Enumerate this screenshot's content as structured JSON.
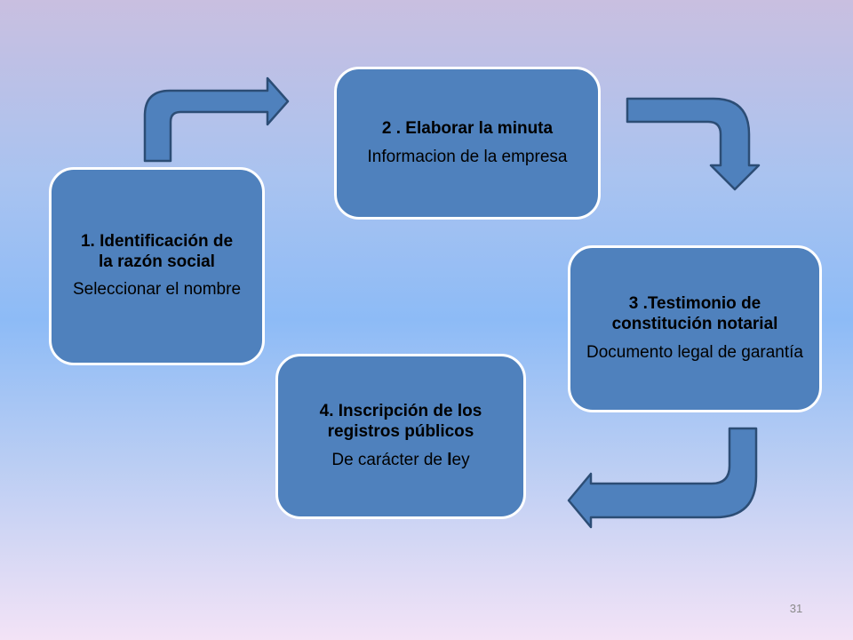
{
  "steps": [
    {
      "title": "1. Identificación de la razón social",
      "desc": "Seleccionar el nombre"
    },
    {
      "title": "2 .  Elaborar la minuta",
      "desc": "Informacion de la empresa"
    },
    {
      "title": "3 .Testimonio  de constitución notarial",
      "desc": "Documento legal de garantía"
    },
    {
      "title": "4. Inscripción de los registros públicos",
      "desc_main": "De carácter de",
      "desc_l": "l",
      "desc_rest": "ey"
    }
  ],
  "page_number": "31",
  "colors": {
    "box_fill": "#4f81bd",
    "box_border": "#ffffff",
    "arrow_fill": "#4f81bd",
    "arrow_stroke": "#2c4d75"
  }
}
